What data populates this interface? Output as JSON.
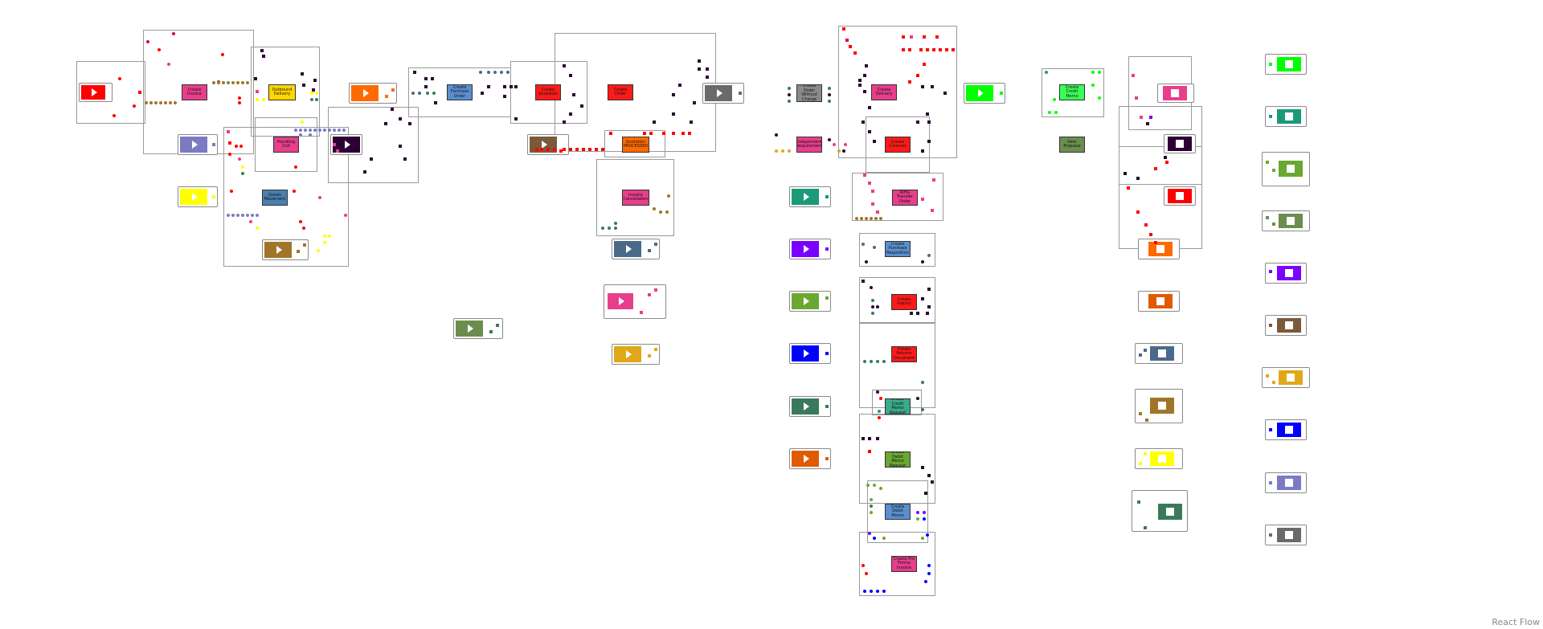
{
  "canvas": {
    "background": "#ffffff"
  },
  "attribution": "React Flow",
  "activities": [
    {
      "label": "Create Invoice",
      "color": "#e83e8c"
    },
    {
      "label": "Outbound Delivery",
      "color": "#ffd700"
    },
    {
      "label": "Handling Unit",
      "color": "#e83e8c"
    },
    {
      "label": "Goods Movement",
      "color": "#4a7fb0"
    },
    {
      "label": "Create Purchase Order",
      "color": "#5a8fcf"
    },
    {
      "label": "Create Quotation",
      "color": "#ff1a1a"
    },
    {
      "label": "Create Order",
      "color": "#ff1a1a"
    },
    {
      "label": "Quotation PROCESSED",
      "color": "#ff6a00"
    },
    {
      "label": "Invoice Cancellation",
      "color": "#e83e8c"
    },
    {
      "label": "Create Order Without Charge",
      "color": "#8a8a8a"
    },
    {
      "label": "Independent Requirement",
      "color": "#e83e8c"
    },
    {
      "label": "Create Delivery",
      "color": "#e83e8c"
    },
    {
      "label": "Create Contract",
      "color": "#ff1a1a"
    },
    {
      "label": "WHG Transfer Order",
      "color": "#e83e8c"
    },
    {
      "label": "Create Purchase Requisition",
      "color": "#5a8fcf"
    },
    {
      "label": "Create Inquiry",
      "color": "#ff1a1a"
    },
    {
      "label": "Create Returns Document",
      "color": "#ff1a1a"
    },
    {
      "label": "Create Credit Memo Request",
      "color": "#3aaa88"
    },
    {
      "label": "Create Debit Memo Request",
      "color": "#6aa832"
    },
    {
      "label": "Create Debit Memo",
      "color": "#5a8fcf"
    },
    {
      "label": "Create Pro Forma Invoice",
      "color": "#e83e8c"
    },
    {
      "label": "Create Credit Memo",
      "color": "#3aff55"
    },
    {
      "label": "Item Proposal",
      "color": "#6b8e4e"
    }
  ],
  "start_colors": [
    "#ff0000",
    "#7b7bc4",
    "#ffff00",
    "#a0752a",
    "#ff6a00",
    "#2d0035",
    "#6b8e4e",
    "#7a5a3a",
    "#4a6a8a",
    "#e83e8c",
    "#e0a818",
    "#6a6a6a",
    "#1a9a7a",
    "#7a00ff",
    "#6aa832",
    "#0000ff",
    "#3a7a5a",
    "#e05a00",
    "#00ff00"
  ],
  "end_colors": [
    "#e83e8c",
    "#2d0035",
    "#ff0000",
    "#ff6a00",
    "#e05a00",
    "#4a6a8a",
    "#a0752a",
    "#ffff00",
    "#3a7a5a",
    "#00ff00",
    "#1a9a7a",
    "#6aa832",
    "#6b8e4e",
    "#7a00ff",
    "#7a5a3a",
    "#e0a818",
    "#0000ff",
    "#7b7bc4",
    "#6a6a6a"
  ]
}
